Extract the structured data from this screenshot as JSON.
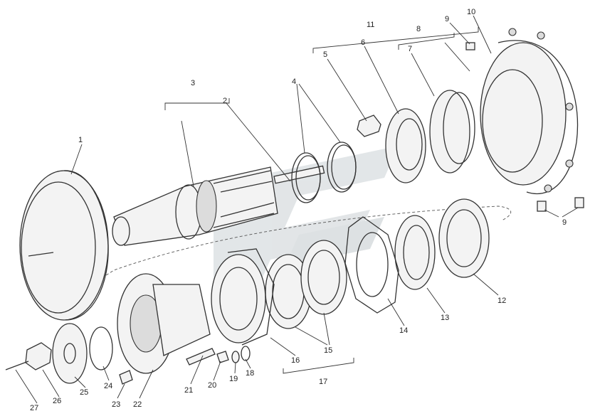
{
  "callouts": [
    "1",
    "2",
    "3",
    "4",
    "5",
    "6",
    "7",
    "8",
    "9",
    "10",
    "11",
    "12",
    "13",
    "14",
    "15",
    "16",
    "17",
    "18",
    "19",
    "20",
    "21",
    "22",
    "23",
    "24",
    "25",
    "26",
    "27"
  ],
  "repeat_callouts": [
    "9"
  ],
  "colors": {
    "stroke": "#333333",
    "watermark": "#bfc7cb",
    "background": "#ffffff"
  },
  "icons": [
    "watermark-logo"
  ]
}
